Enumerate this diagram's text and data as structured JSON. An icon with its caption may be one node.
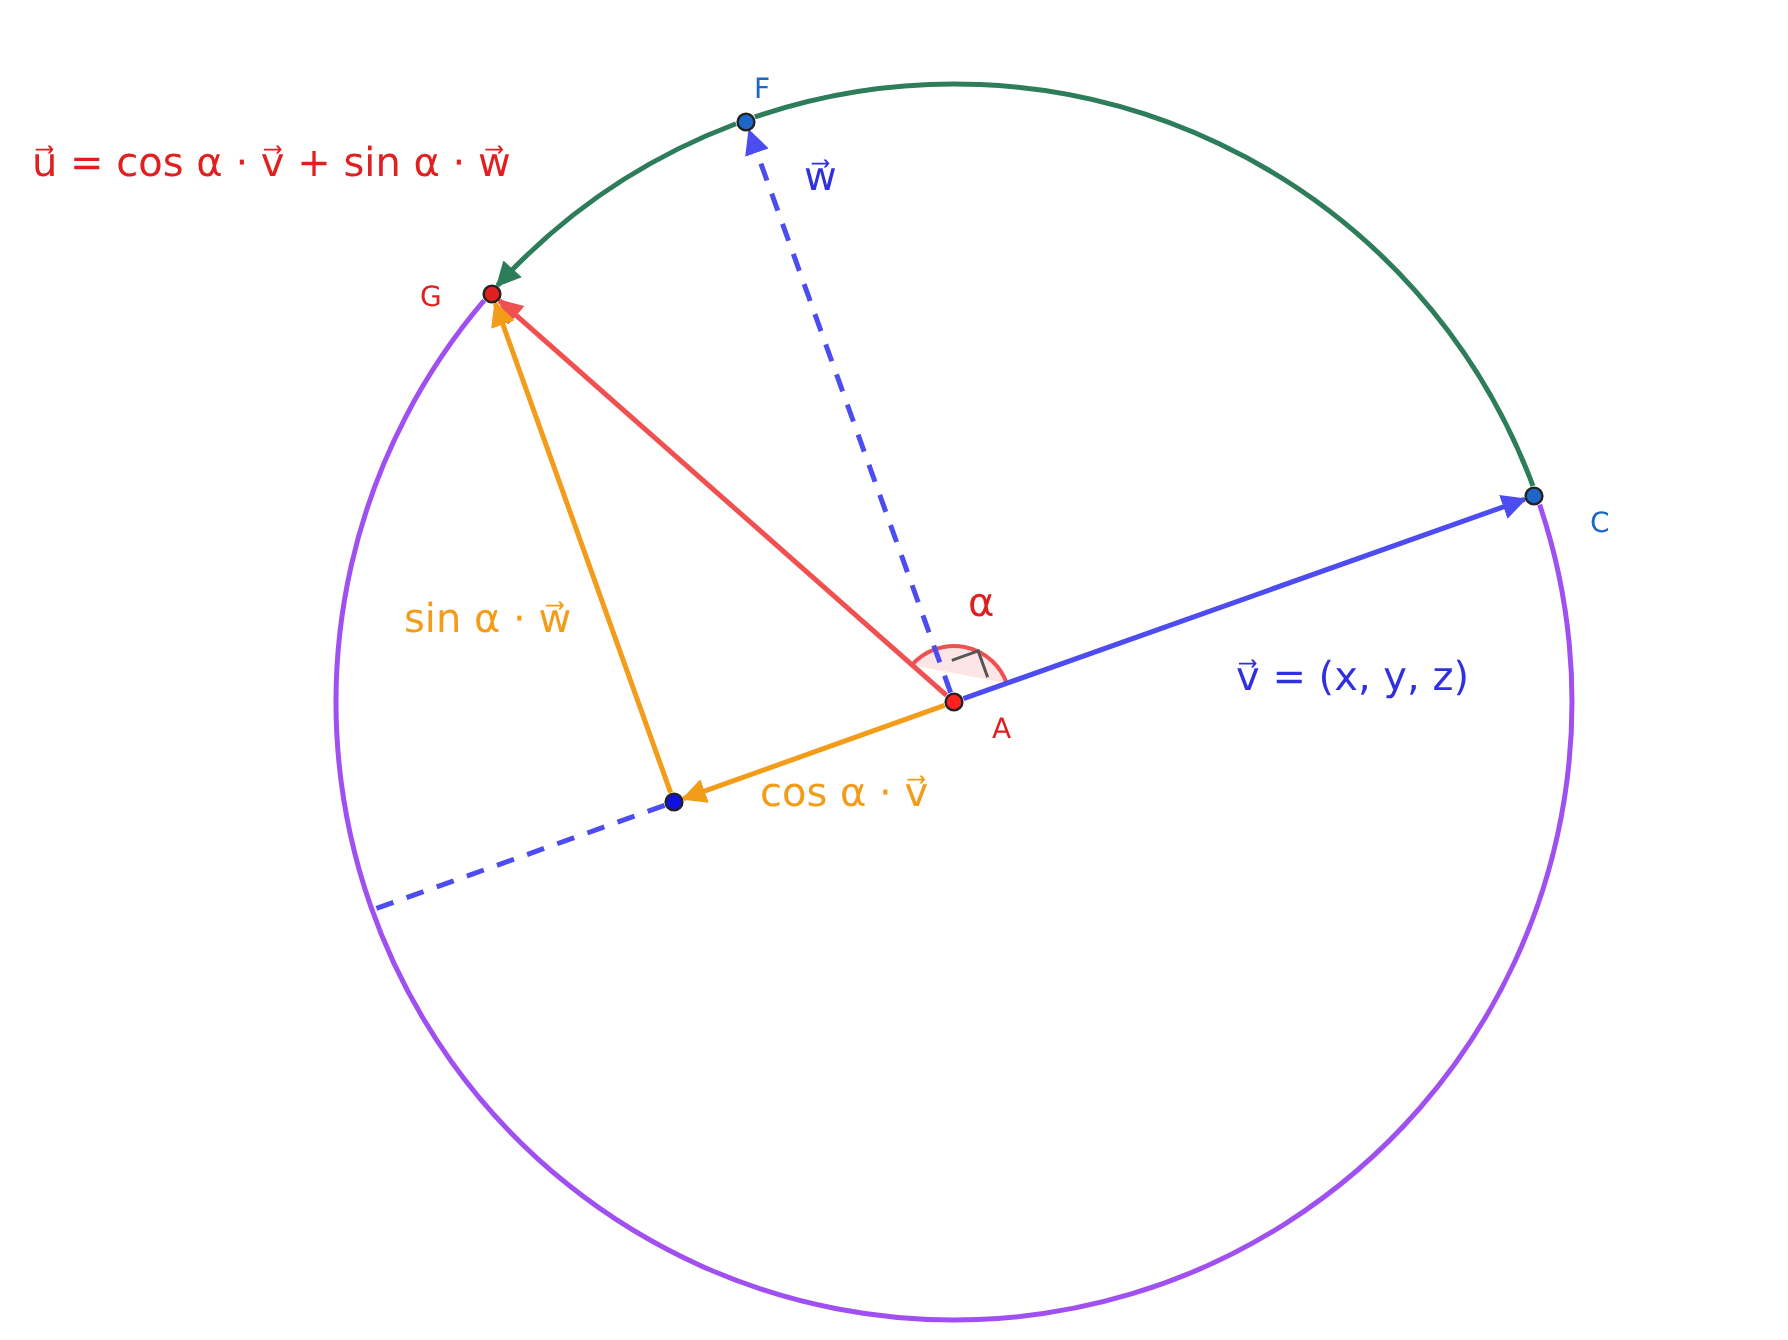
{
  "diagram": {
    "nodes": [
      {
        "text": [],
        "shape": "circle",
        "beside": [
          "A"
        ]
      },
      {
        "text": [],
        "shape": "circle",
        "beside": [
          "C"
        ]
      },
      {
        "text": [],
        "shape": "circle",
        "beside": [
          "F"
        ]
      },
      {
        "text": [],
        "shape": "circle",
        "beside": [
          "G"
        ]
      },
      {
        "text": [],
        "shape": "circle"
      }
    ],
    "edges": [
      {
        "from": 0,
        "to": 1,
        "arrow": "to",
        "label": "v⃗ = (x, y, z)",
        "color": "#4c4cf0"
      },
      {
        "from": 0,
        "to": 2,
        "arrow": "to",
        "label": "w⃗",
        "style": "dashed",
        "color": "#4c4cf0"
      },
      {
        "from": 0,
        "to": 3,
        "arrow": "to",
        "color": "#f05050"
      },
      {
        "from": 0,
        "to": 4,
        "arrow": "to",
        "label": "cos α · v⃗",
        "color": "#f29c1a"
      },
      {
        "from": 4,
        "to": 3,
        "arrow": "to",
        "label": "sin α · w⃗",
        "color": "#f29c1a"
      },
      {
        "from": 4,
        "to": null,
        "arrow": "none",
        "style": "dashed",
        "color": "#4c4cf0"
      },
      {
        "from": 1,
        "to": 2,
        "arrow": "none",
        "color": "#2e7d5a"
      },
      {
        "from": 2,
        "to": 3,
        "arrow": "to",
        "color": "#2e7d5a"
      },
      {
        "from": 3,
        "to": 1,
        "arrow": "none",
        "color": "#a050f0"
      }
    ],
    "labels": [
      "u⃗ = cos α · v⃗ + sin α · w⃗",
      "α"
    ]
  }
}
